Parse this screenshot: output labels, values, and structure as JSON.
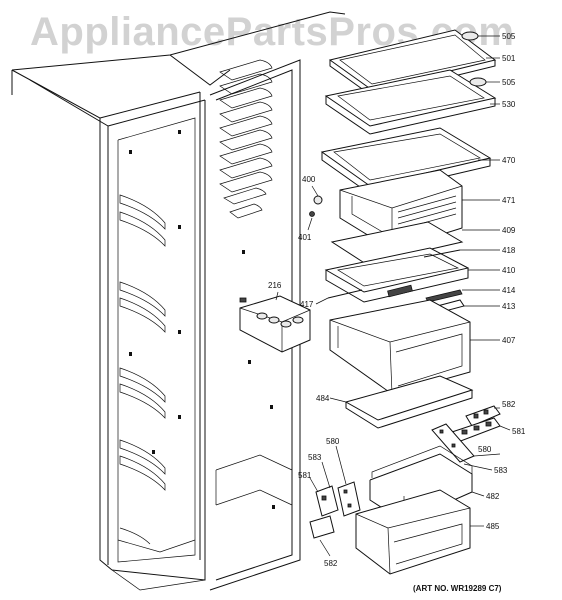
{
  "watermark": "AppliancePartsPros.com",
  "art_number": "(ART NO. WR19289 C7)",
  "callouts": {
    "c505a": "505",
    "c501": "501",
    "c505b": "505",
    "c530": "530",
    "c470": "470",
    "c400": "400",
    "c471": "471",
    "c401": "401",
    "c409": "409",
    "c418": "418",
    "c410": "410",
    "c216": "216",
    "c414": "414",
    "c417": "417",
    "c413": "413",
    "c407": "407",
    "c484": "484",
    "c582a": "582",
    "c581a": "581",
    "c580a": "580",
    "c583a": "583",
    "c580b": "580",
    "c583b": "583",
    "c581b": "581",
    "c482": "482",
    "c485": "485",
    "c582b": "582"
  }
}
